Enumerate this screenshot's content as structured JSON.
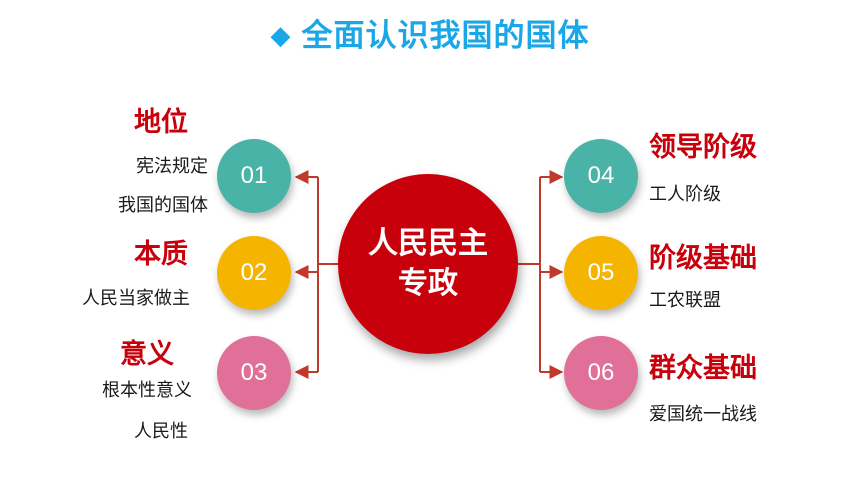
{
  "title": "全面认识我国的国体",
  "title_marker": "◆",
  "center": {
    "line1": "人民民主",
    "line2": "专政"
  },
  "colors": {
    "title": "#1aa7e8",
    "center": "#c8000b",
    "heading": "#c8000b",
    "connector": "#c0392b",
    "teal": "#4ab3a8",
    "gold": "#f5b400",
    "pink": "#e07097"
  },
  "nodes": [
    {
      "num": "01",
      "heading": "地位",
      "lines": [
        "宪法规定",
        "我国的国体"
      ],
      "color": "teal"
    },
    {
      "num": "02",
      "heading": "本质",
      "lines": [
        "人民当家做主"
      ],
      "color": "gold"
    },
    {
      "num": "03",
      "heading": "意义",
      "lines": [
        "根本性意义",
        "人民性"
      ],
      "color": "pink"
    },
    {
      "num": "04",
      "heading": "领导阶级",
      "lines": [
        "工人阶级"
      ],
      "color": "teal"
    },
    {
      "num": "05",
      "heading": "阶级基础",
      "lines": [
        "工农联盟"
      ],
      "color": "gold"
    },
    {
      "num": "06",
      "heading": "群众基础",
      "lines": [
        "爱国统一战线"
      ],
      "color": "pink"
    }
  ]
}
